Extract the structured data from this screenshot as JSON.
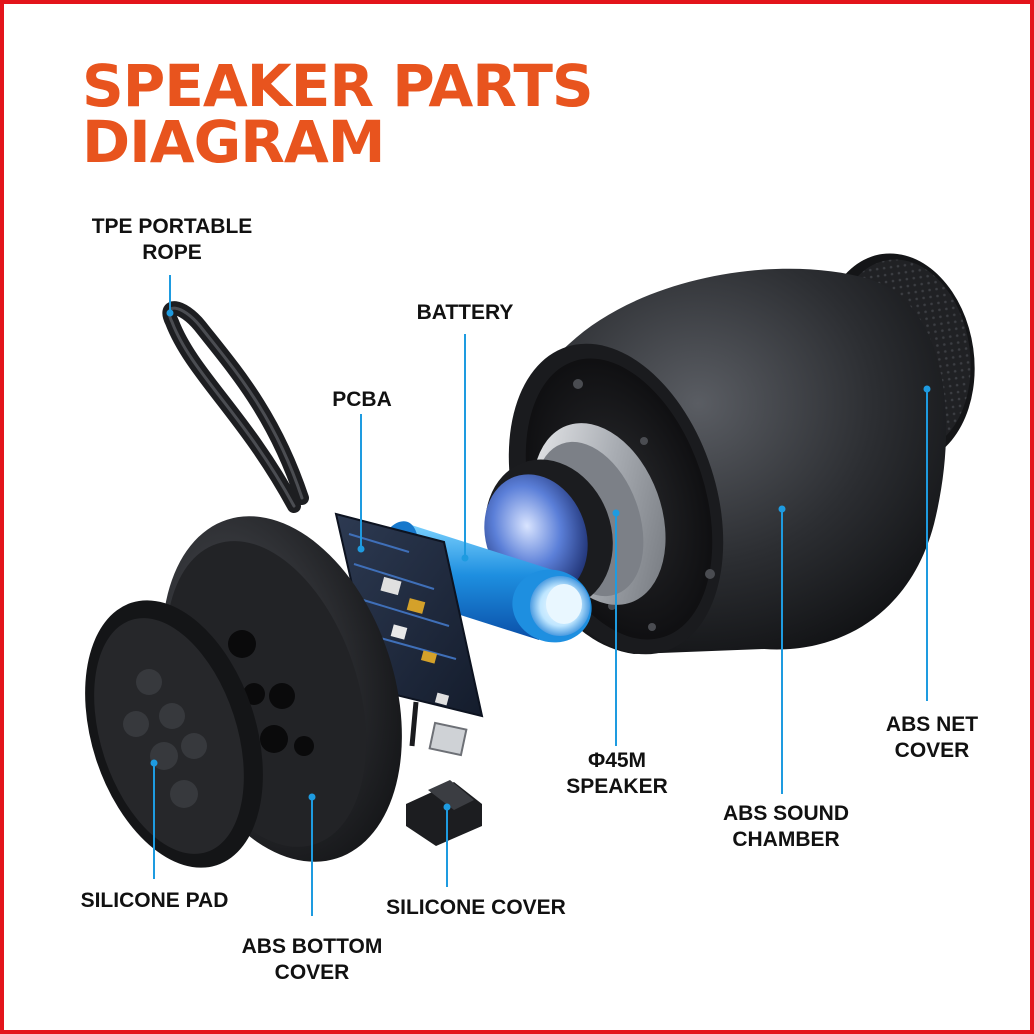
{
  "title": {
    "line1": "SPEAKER PARTS",
    "line2": "DIAGRAM"
  },
  "accent_color": "#e8541e",
  "border_color": "#e3141b",
  "leader_color": "#1e9be0",
  "labels": {
    "tpe_rope": [
      "TPE PORTABLE",
      "ROPE"
    ],
    "battery": "BATTERY",
    "pcba": "PCBA",
    "speaker": [
      "Φ45M",
      "SPEAKER"
    ],
    "abs_net_cover": [
      "ABS NET",
      "COVER"
    ],
    "abs_sound_chamber": [
      "ABS SOUND",
      "CHAMBER"
    ],
    "silicone_pad": "SILICONE PAD",
    "silicone_cover": "SILICONE COVER",
    "abs_bottom_cover": [
      "ABS BOTTOM",
      "COVER"
    ]
  }
}
